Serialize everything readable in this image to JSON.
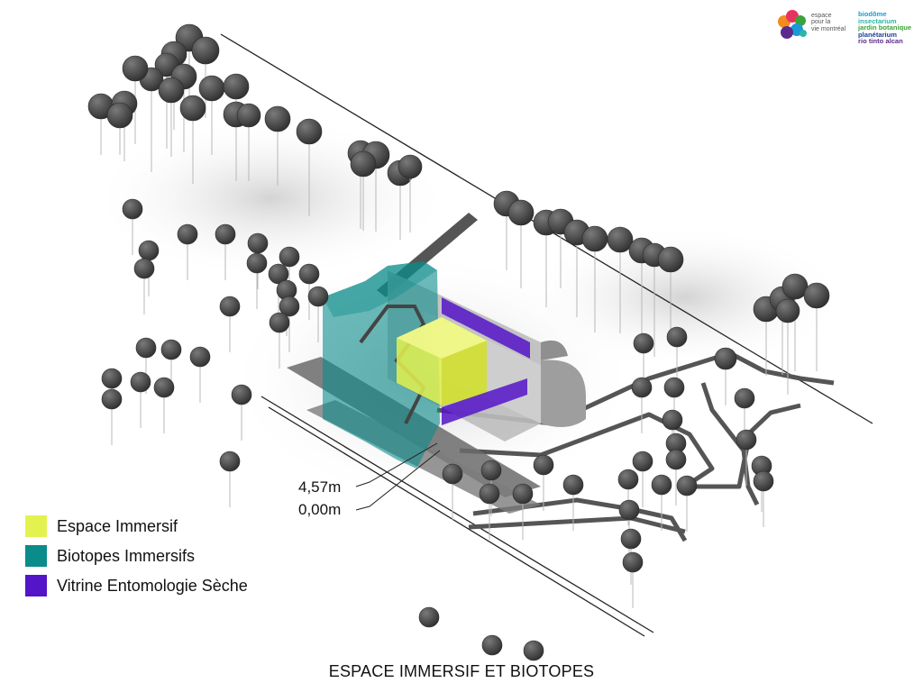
{
  "logo": {
    "org_lines": [
      "espace",
      "pour la",
      "vie montréal"
    ],
    "brands": [
      {
        "label": "biodôme",
        "color": "#1a9ad6"
      },
      {
        "label": "insectarium",
        "color": "#2bb5a8"
      },
      {
        "label": "jardin botanique",
        "color": "#3aa33a"
      },
      {
        "label": "planétarium",
        "color": "#1d3f9c"
      },
      {
        "label": "rio tinto alcan",
        "color": "#5a2b8c"
      }
    ]
  },
  "legend": [
    {
      "label": "Espace Immersif",
      "color": "#e4f250"
    },
    {
      "label": "Biotopes Immersifs",
      "color": "#0a8c8a"
    },
    {
      "label": "Vitrine Entomologie Sèche",
      "color": "#5414c8"
    }
  ],
  "elevations": {
    "upper": "4,57m",
    "lower": "0,00m"
  },
  "caption": "ESPACE IMMERSIF ET BIOTOPES"
}
